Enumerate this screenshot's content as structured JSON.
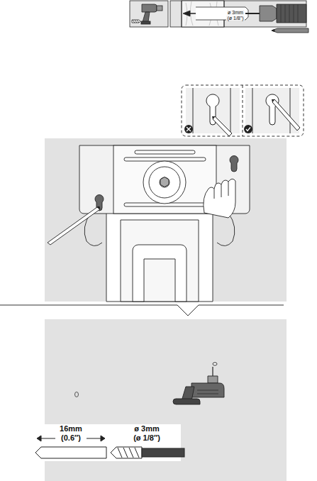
{
  "diagram": {
    "labels": [
      "ø 3mm",
      "(ø 1/8\")",
      "16mm",
      "(0.6″)",
      "ø 3mm",
      "(ø 1/8″)"
    ]
  }
}
